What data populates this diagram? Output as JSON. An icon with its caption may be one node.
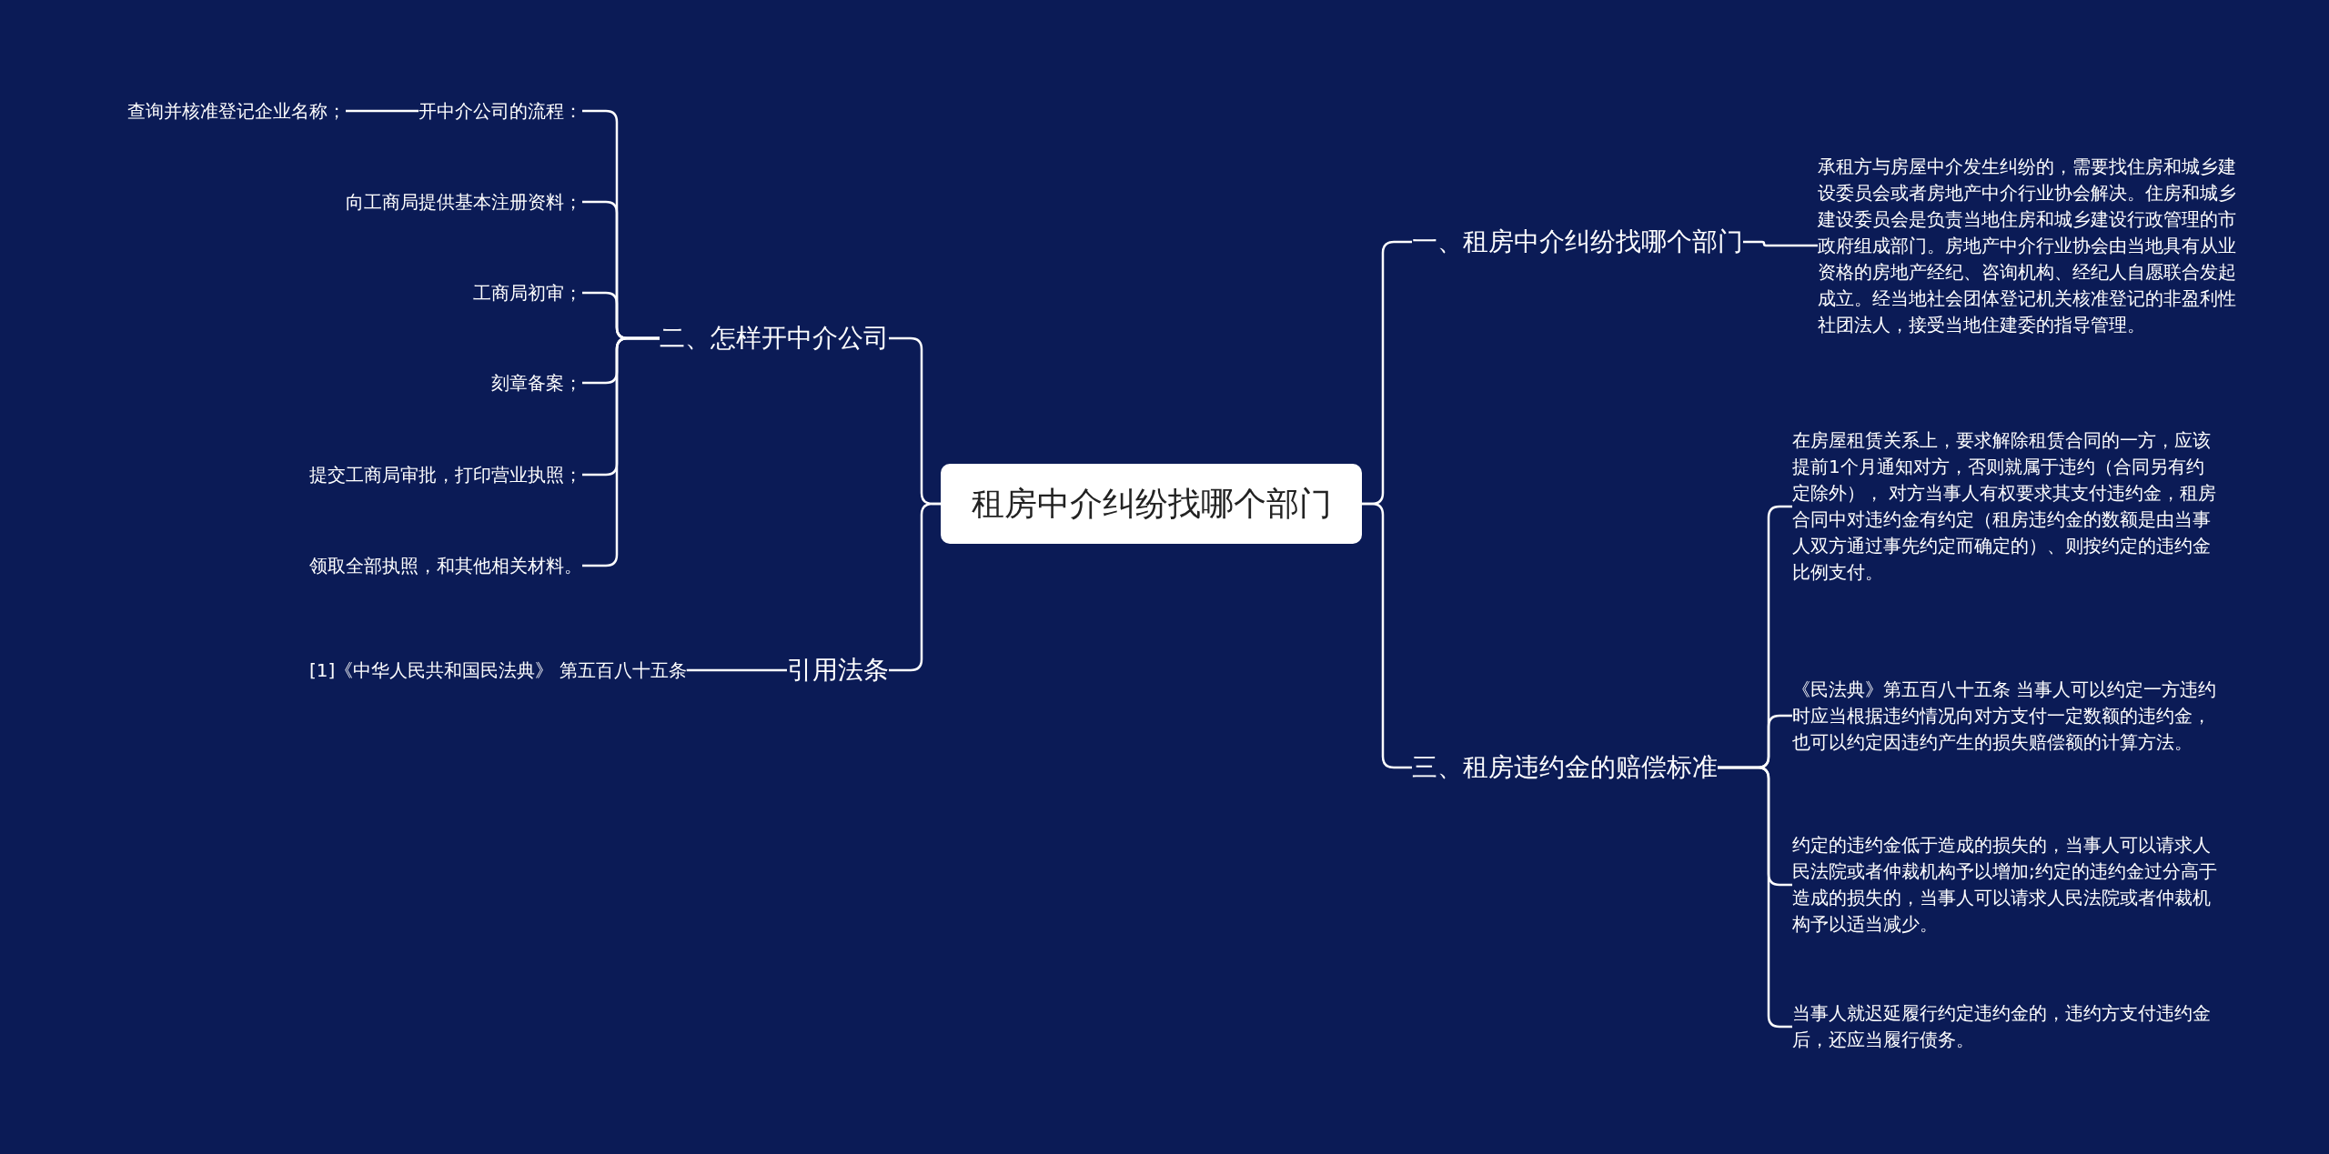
{
  "diagram": {
    "nodes": [
      {
        "text": [
          "租房中介纠纷找哪个部门"
        ]
      },
      {
        "text": [
          "二、怎样开中介公司"
        ]
      },
      {
        "text": [
          "开中介公司的流程："
        ]
      },
      {
        "text": [
          "向工商局提供基本注册资料；"
        ]
      },
      {
        "text": [
          "工商局初审；"
        ]
      },
      {
        "text": [
          "刻章备案；"
        ]
      },
      {
        "text": [
          "提交工商局审批，打印营业执照；"
        ]
      },
      {
        "text": [
          "领取全部执照，和其他相关材料。"
        ]
      },
      {
        "text": [
          "查询并核准登记企业名称；"
        ]
      },
      {
        "text": [
          "引用法条"
        ]
      },
      {
        "text": [
          "[1]《中华人民共和国民法典》 第五百八十五条"
        ]
      },
      {
        "text": [
          "一、租房中介纠纷找哪个部门"
        ]
      },
      {
        "text": [
          "承租方与房屋中介发生纠纷的，需要找住房和城乡建设委员会或者房地产中介行业协会解决。住房和城乡建设委员会是负责当地住房和城乡建设行政管理的市政府组成部门。房地产中介行业协会由当地具有从业资格的房地产经纪、咨询机构、经纪人自愿联合发起成立。经当地社会团体登记机关核准登记的非盈利性社团法人，接受当地住建委的指导管理。"
        ]
      },
      {
        "text": [
          "三、租房违约金的赔偿标准"
        ]
      },
      {
        "text": [
          "在房屋租赁关系上，要求解除租赁合同的一方，应该提前1个月通知对方，否则就属于违约（合同另有约定除外）， 对方当事人有权要求其支付违约金，租房合同中对违约金有约定（租房违约金的数额是由当事人双方通过事先约定而确定的）、则按约定的违约金比例支付。"
        ]
      },
      {
        "text": [
          "《民法典》第五百八十五条 当事人可以约定一方违约时应当根据违约情况向对方支付一定数额的违约金，也可以约定因违约产生的损失赔偿额的计算方法。"
        ]
      },
      {
        "text": [
          "约定的违约金低于造成的损失的，当事人可以请求人民法院或者仲裁机构予以增加;约定的违约金过分高于造成的损失的，当事人可以请求人民法院或者仲裁机构予以适当减少。"
        ]
      },
      {
        "text": [
          "当事人就迟延履行约定违约金的，违约方支付违约金后，还应当履行债务。"
        ]
      }
    ],
    "edges": [
      {
        "from": 0,
        "to": 1,
        "arrow": "none"
      },
      {
        "from": 0,
        "to": 9,
        "arrow": "none"
      },
      {
        "from": 0,
        "to": 11,
        "arrow": "none"
      },
      {
        "from": 0,
        "to": 13,
        "arrow": "none"
      },
      {
        "from": 1,
        "to": 2,
        "arrow": "none"
      },
      {
        "from": 1,
        "to": 3,
        "arrow": "none"
      },
      {
        "from": 1,
        "to": 4,
        "arrow": "none"
      },
      {
        "from": 1,
        "to": 5,
        "arrow": "none"
      },
      {
        "from": 1,
        "to": 6,
        "arrow": "none"
      },
      {
        "from": 1,
        "to": 7,
        "arrow": "none"
      },
      {
        "from": 2,
        "to": 8,
        "arrow": "none"
      },
      {
        "from": 9,
        "to": 10,
        "arrow": "none"
      },
      {
        "from": 11,
        "to": 12,
        "arrow": "none"
      },
      {
        "from": 13,
        "to": 14,
        "arrow": "none"
      },
      {
        "from": 13,
        "to": 15,
        "arrow": "none"
      },
      {
        "from": 13,
        "to": 16,
        "arrow": "none"
      },
      {
        "from": 13,
        "to": 17,
        "arrow": "none"
      }
    ]
  }
}
